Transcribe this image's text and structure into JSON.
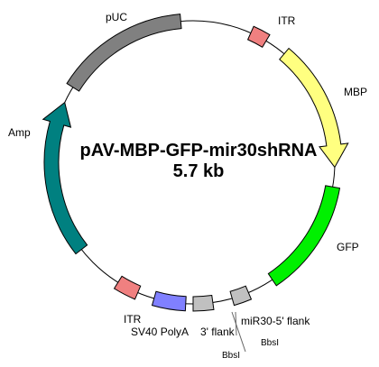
{
  "plasmid": {
    "name": "pAV-MBP-GFP-mir30shRNA",
    "size": "5.7 kb"
  },
  "features": [
    {
      "id": "puc",
      "label": "pUC",
      "color": "#808080"
    },
    {
      "id": "itr-top",
      "label": "ITR",
      "color": "#f08080"
    },
    {
      "id": "mbp",
      "label": "MBP",
      "color": "#ffff80"
    },
    {
      "id": "gfp",
      "label": "GFP",
      "color": "#00f000"
    },
    {
      "id": "mir30-5-flank",
      "label": "miR30-5' flank",
      "color": "#c0c0c0"
    },
    {
      "id": "mir30-3-flank",
      "label": "3' flank",
      "color": "#c0c0c0"
    },
    {
      "id": "sv40-polya",
      "label": "SV40 PolyA",
      "color": "#8080ff"
    },
    {
      "id": "itr-bottom",
      "label": "ITR",
      "color": "#f08080"
    },
    {
      "id": "amp",
      "label": "Amp",
      "color": "#008080"
    }
  ],
  "sites": [
    {
      "id": "bbsi-1",
      "label": "BbsI"
    },
    {
      "id": "bbsi-2",
      "label": "BbsI"
    }
  ]
}
